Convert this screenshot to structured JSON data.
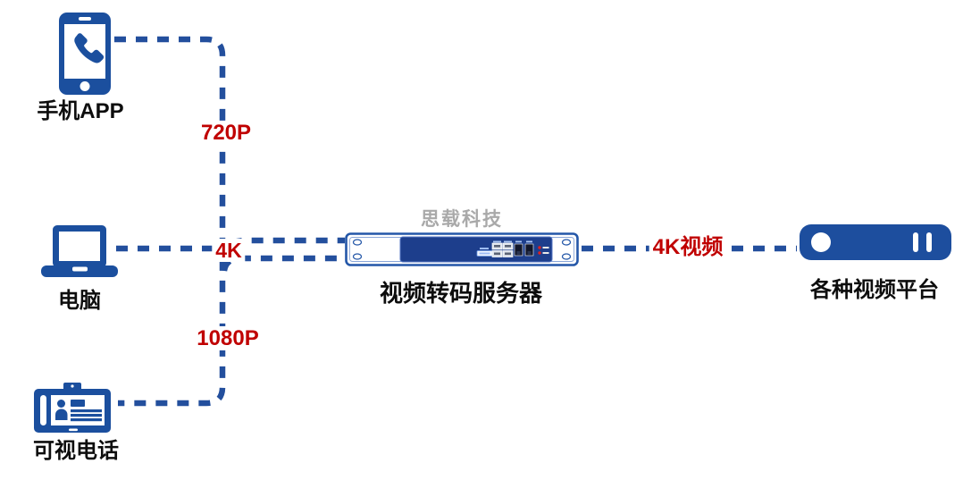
{
  "diagram": {
    "watermark": "思载科技",
    "nodes": {
      "phone": {
        "label": "手机APP",
        "icon": "smartphone-call-icon"
      },
      "computer": {
        "label": "电脑",
        "icon": "laptop-icon"
      },
      "videophone": {
        "label": "可视电话",
        "icon": "video-phone-icon"
      },
      "server": {
        "label": "视频转码服务器",
        "icon": "rack-server-icon"
      },
      "platforms": {
        "label": "各种视频平台",
        "icon": "media-platform-icon"
      }
    },
    "edges": [
      {
        "from": "phone",
        "to": "server",
        "label": "720P"
      },
      {
        "from": "computer",
        "to": "server",
        "label": "4K"
      },
      {
        "from": "videophone",
        "to": "server",
        "label": "1080P"
      },
      {
        "from": "server",
        "to": "platforms",
        "label": "4K视频"
      }
    ],
    "colors": {
      "icon_blue": "#1b4f9e",
      "line_blue": "#234f9d",
      "label_red": "#c00000",
      "text_black": "#0d0d0d",
      "watermark_gray": "#a9a9a9",
      "server_panel_navy": "#1d3e8c"
    }
  }
}
